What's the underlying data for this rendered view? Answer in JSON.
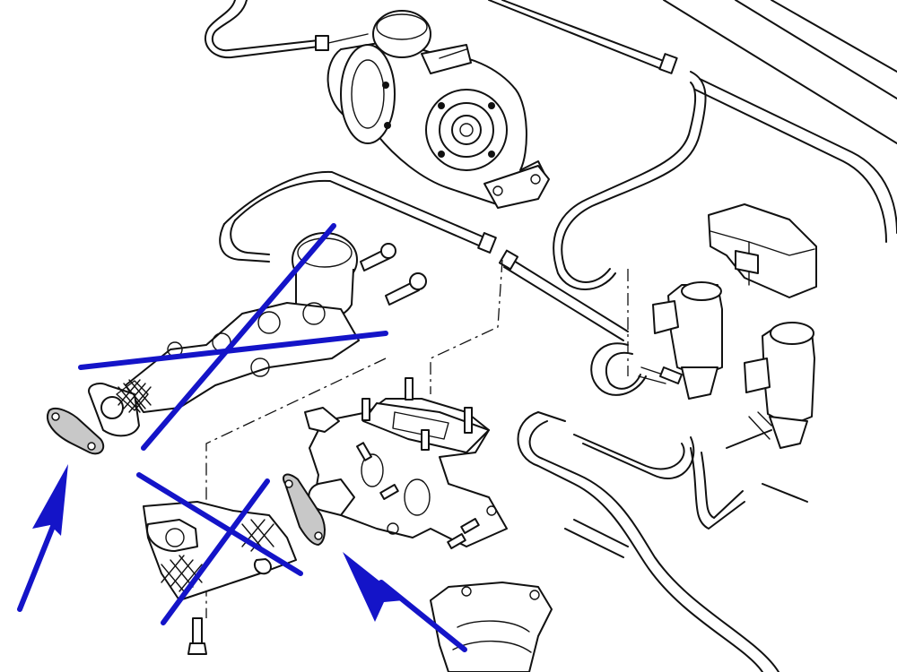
{
  "diagram": {
    "background": "#ffffff",
    "line_color": "#111111",
    "annotation_color": "#1414c8",
    "components": [
      "turbocharger",
      "egr-valve",
      "exhaust-manifold",
      "intake-manifold",
      "vacuum-solenoid-valves",
      "vacuum-hoses",
      "manifold-gasket",
      "downpipe-flange"
    ],
    "annotations": {
      "cross_marks": 2,
      "arrows": 2
    }
  }
}
